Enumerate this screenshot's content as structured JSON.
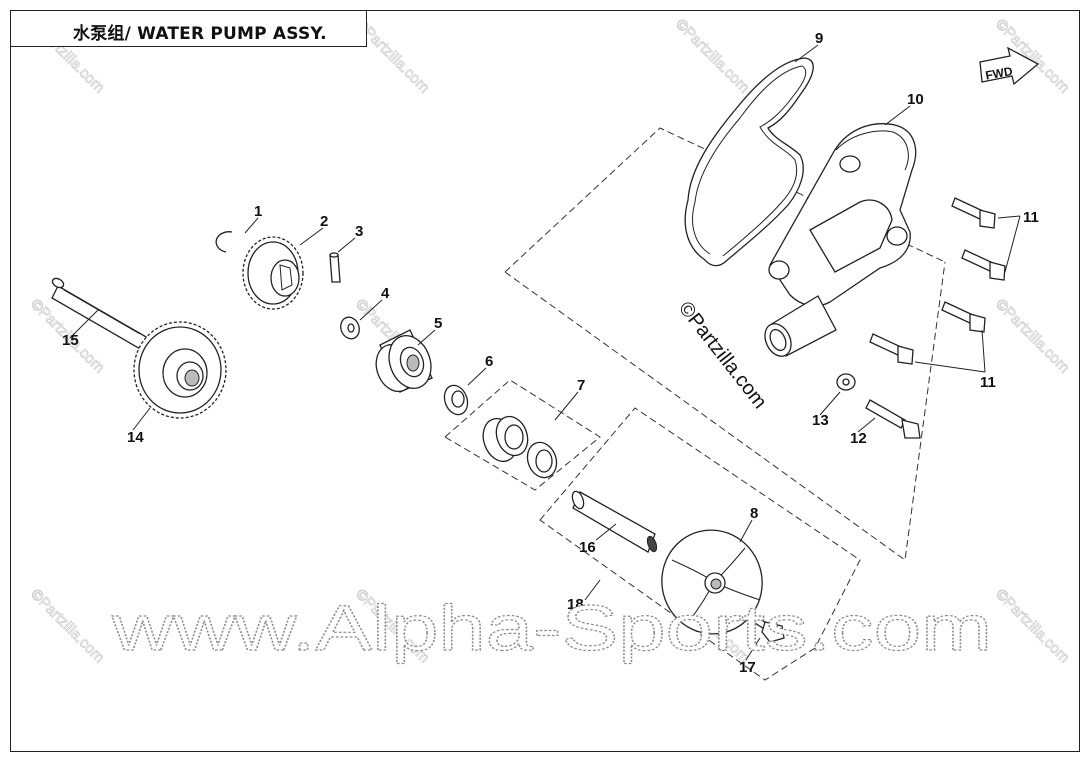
{
  "title": "水泵组/ WATER PUMP ASSY.",
  "fwd_label": "FWD",
  "partzilla_copyright": "©Partzilla.com",
  "watermark_small": "©Partzilla.com",
  "watermark_big": "www.Alpha-Sports.com",
  "callouts": {
    "c1": "1",
    "c2": "2",
    "c3": "3",
    "c4": "4",
    "c5": "5",
    "c6": "6",
    "c7": "7",
    "c8": "8",
    "c9": "9",
    "c10": "10",
    "c11a": "11",
    "c11b": "11",
    "c12": "12",
    "c13": "13",
    "c14": "14",
    "c15": "15",
    "c16": "16",
    "c17": "17",
    "c18": "18"
  }
}
